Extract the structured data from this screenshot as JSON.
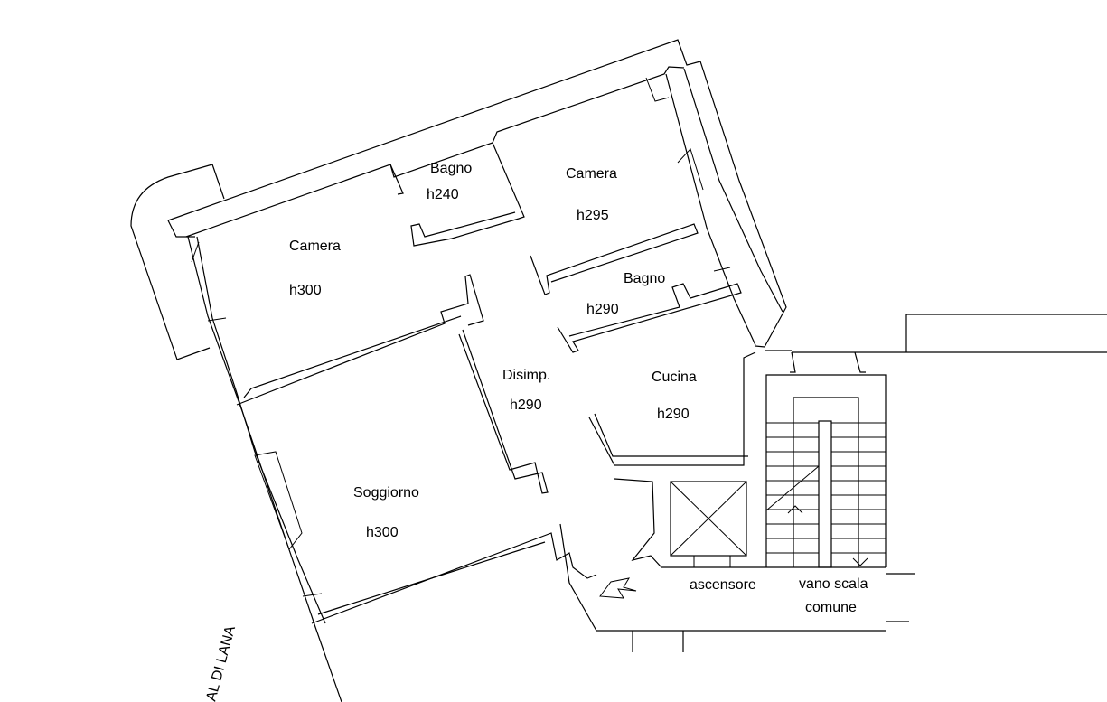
{
  "rooms": {
    "camera_left": {
      "name": "Camera",
      "height": "h300"
    },
    "bagno_top": {
      "name": "Bagno",
      "height": "h240"
    },
    "camera_right": {
      "name": "Camera",
      "height": "h295"
    },
    "bagno_mid": {
      "name": "Bagno",
      "height": "h290"
    },
    "disimpegno": {
      "name": "Disimp.",
      "height": "h290"
    },
    "cucina": {
      "name": "Cucina",
      "height": "h290"
    },
    "soggiorno": {
      "name": "Soggiorno",
      "height": "h300"
    }
  },
  "common": {
    "elevator": "ascensore",
    "stair_line1": "vano scala",
    "stair_line2": "comune"
  },
  "street": "AL DI LANA"
}
